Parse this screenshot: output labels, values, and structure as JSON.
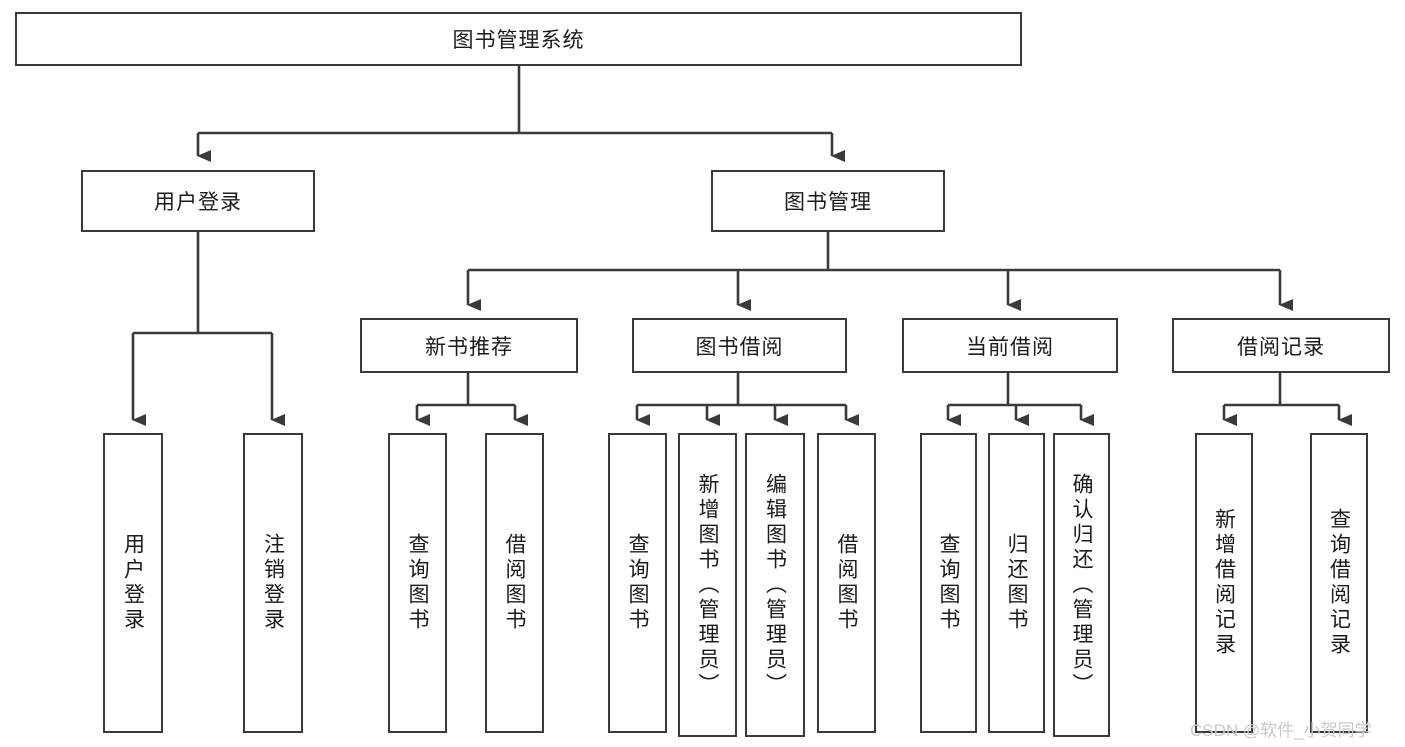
{
  "diagram": {
    "type": "hierarchy-tree",
    "title": "图书管理系统",
    "watermark": "CSDN @软件_小贺同学",
    "colors": {
      "box_border": "#3a3a3a",
      "box_fill": "#ffffff",
      "line": "#3a3a3a",
      "text": "#1b1b1b",
      "watermark": "#c9c9c9"
    },
    "root": {
      "label": "图书管理系统"
    },
    "level2": [
      {
        "label": "用户登录"
      },
      {
        "label": "图书管理"
      }
    ],
    "level3": [
      {
        "label": "新书推荐"
      },
      {
        "label": "图书借阅"
      },
      {
        "label": "当前借阅"
      },
      {
        "label": "借阅记录"
      }
    ],
    "leaves": {
      "user_login": [
        {
          "label": "用户登录"
        },
        {
          "label": "注销登录"
        }
      ],
      "new_book_recommend": [
        {
          "label": "查询图书"
        },
        {
          "label": "借阅图书"
        }
      ],
      "book_borrow": [
        {
          "label": "查询图书"
        },
        {
          "label": "新增图书（管理员）"
        },
        {
          "label": "编辑图书（管理员）"
        },
        {
          "label": "借阅图书"
        }
      ],
      "current_borrow": [
        {
          "label": "查询图书"
        },
        {
          "label": "归还图书"
        },
        {
          "label": "确认归还（管理员）"
        }
      ],
      "borrow_record": [
        {
          "label": "新增借阅记录"
        },
        {
          "label": "查询借阅记录"
        }
      ]
    }
  }
}
